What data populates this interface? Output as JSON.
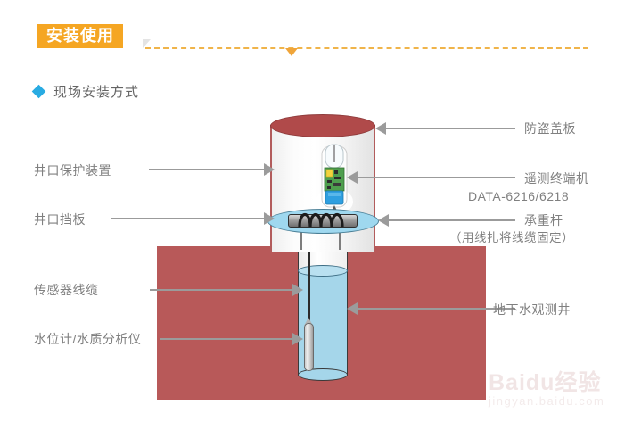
{
  "header": {
    "badge_label": "安装使用",
    "section_title": "现场安装方式"
  },
  "labels": {
    "left": [
      {
        "text": "井口保护装置",
        "name": "label-wellhead-protection"
      },
      {
        "text": "井口挡板",
        "name": "label-wellhead-baffle"
      },
      {
        "text": "传感器线缆",
        "name": "label-sensor-cable"
      },
      {
        "text": "水位计/水质分析仪",
        "name": "label-water-level-analyzer"
      }
    ],
    "right": [
      {
        "text": "防盗盖板",
        "name": "label-anti-theft-cover"
      },
      {
        "text": "遥测终端机",
        "name": "label-telemetry-terminal"
      },
      {
        "text": "DATA-6216/6218",
        "name": "label-telemetry-model"
      },
      {
        "text": "承重杆",
        "name": "label-load-bearing-rod"
      },
      {
        "text": "（用线扎将线缆固定）",
        "name": "label-cable-tie-note"
      },
      {
        "text": "地下水观测井",
        "name": "label-groundwater-well"
      }
    ]
  },
  "watermark": {
    "brand": "Baidu经验",
    "url": "jingyan.baidu.com"
  },
  "colors": {
    "badge_orange": "#f5a623",
    "dash_orange": "#f0b44a",
    "diamond_blue": "#29abe2",
    "soil_red": "#b85959",
    "cover_red": "#b04a4a",
    "water_blue": "#a5d6ea",
    "baffle_blue": "#9fd8ef",
    "leader_gray": "#9b9b9b",
    "text_gray": "#808080"
  }
}
